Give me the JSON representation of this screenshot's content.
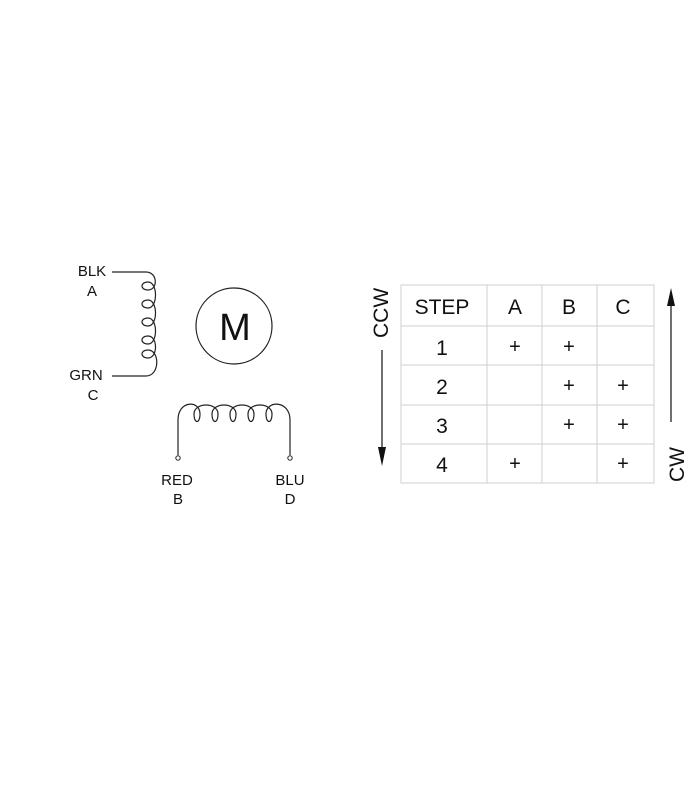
{
  "schematic": {
    "motor_label": "M",
    "leads": [
      {
        "color": "BLK",
        "terminal": "A"
      },
      {
        "color": "GRN",
        "terminal": "C"
      },
      {
        "color": "RED",
        "terminal": "B"
      },
      {
        "color": "BLU",
        "terminal": "D"
      }
    ]
  },
  "sequence_table": {
    "headers": [
      "STEP",
      "A",
      "B",
      "C"
    ],
    "rows": [
      [
        "1",
        "+",
        "+",
        ""
      ],
      [
        "2",
        "",
        "+",
        "+"
      ],
      [
        "3",
        "",
        "+",
        "+"
      ],
      [
        "4",
        "+",
        "",
        "+"
      ]
    ]
  },
  "directions": {
    "down": "CCW",
    "up": "CW"
  }
}
